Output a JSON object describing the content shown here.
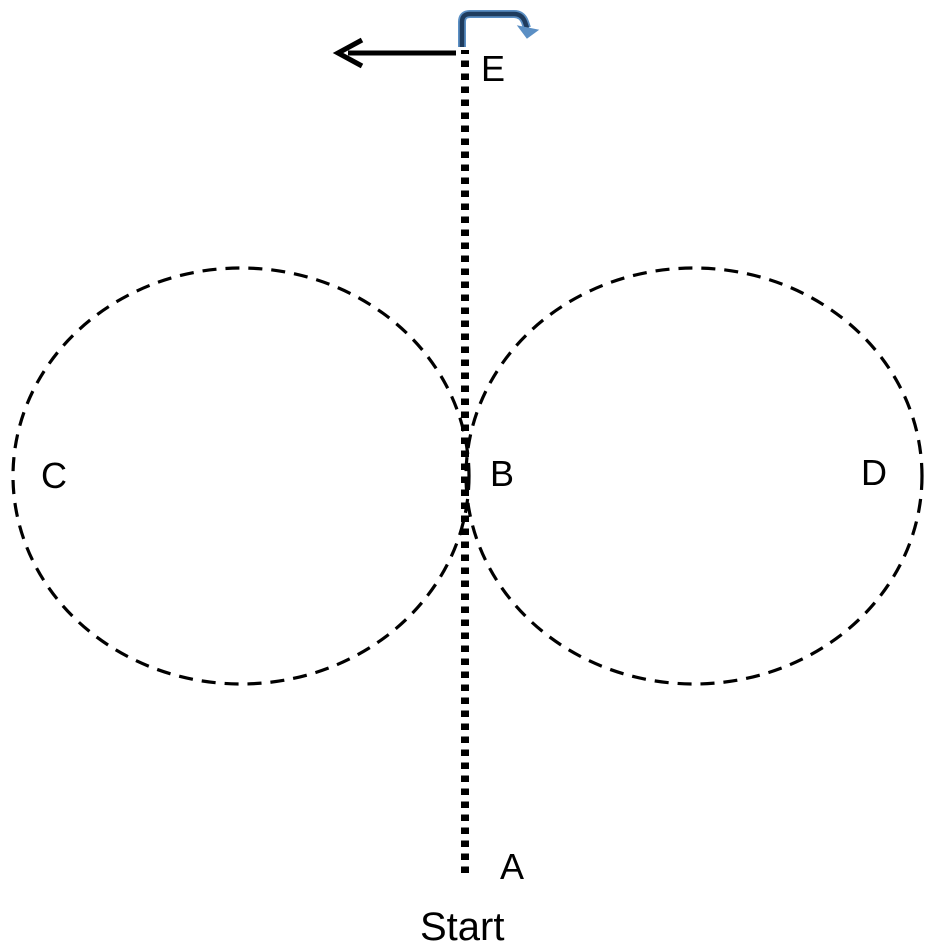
{
  "labels": {
    "e": "E",
    "c": "C",
    "b": "B",
    "d": "D",
    "a": "A",
    "start": "Start"
  },
  "colors": {
    "ink": "#000000",
    "turn_arrow_fill": "#1f3c5e",
    "turn_arrow_stroke": "#5b8fc4",
    "background": "#ffffff"
  },
  "icons": {
    "path_arrow": "left-arrow-icon",
    "turn_arrow": "turn-right-arrow-icon"
  }
}
